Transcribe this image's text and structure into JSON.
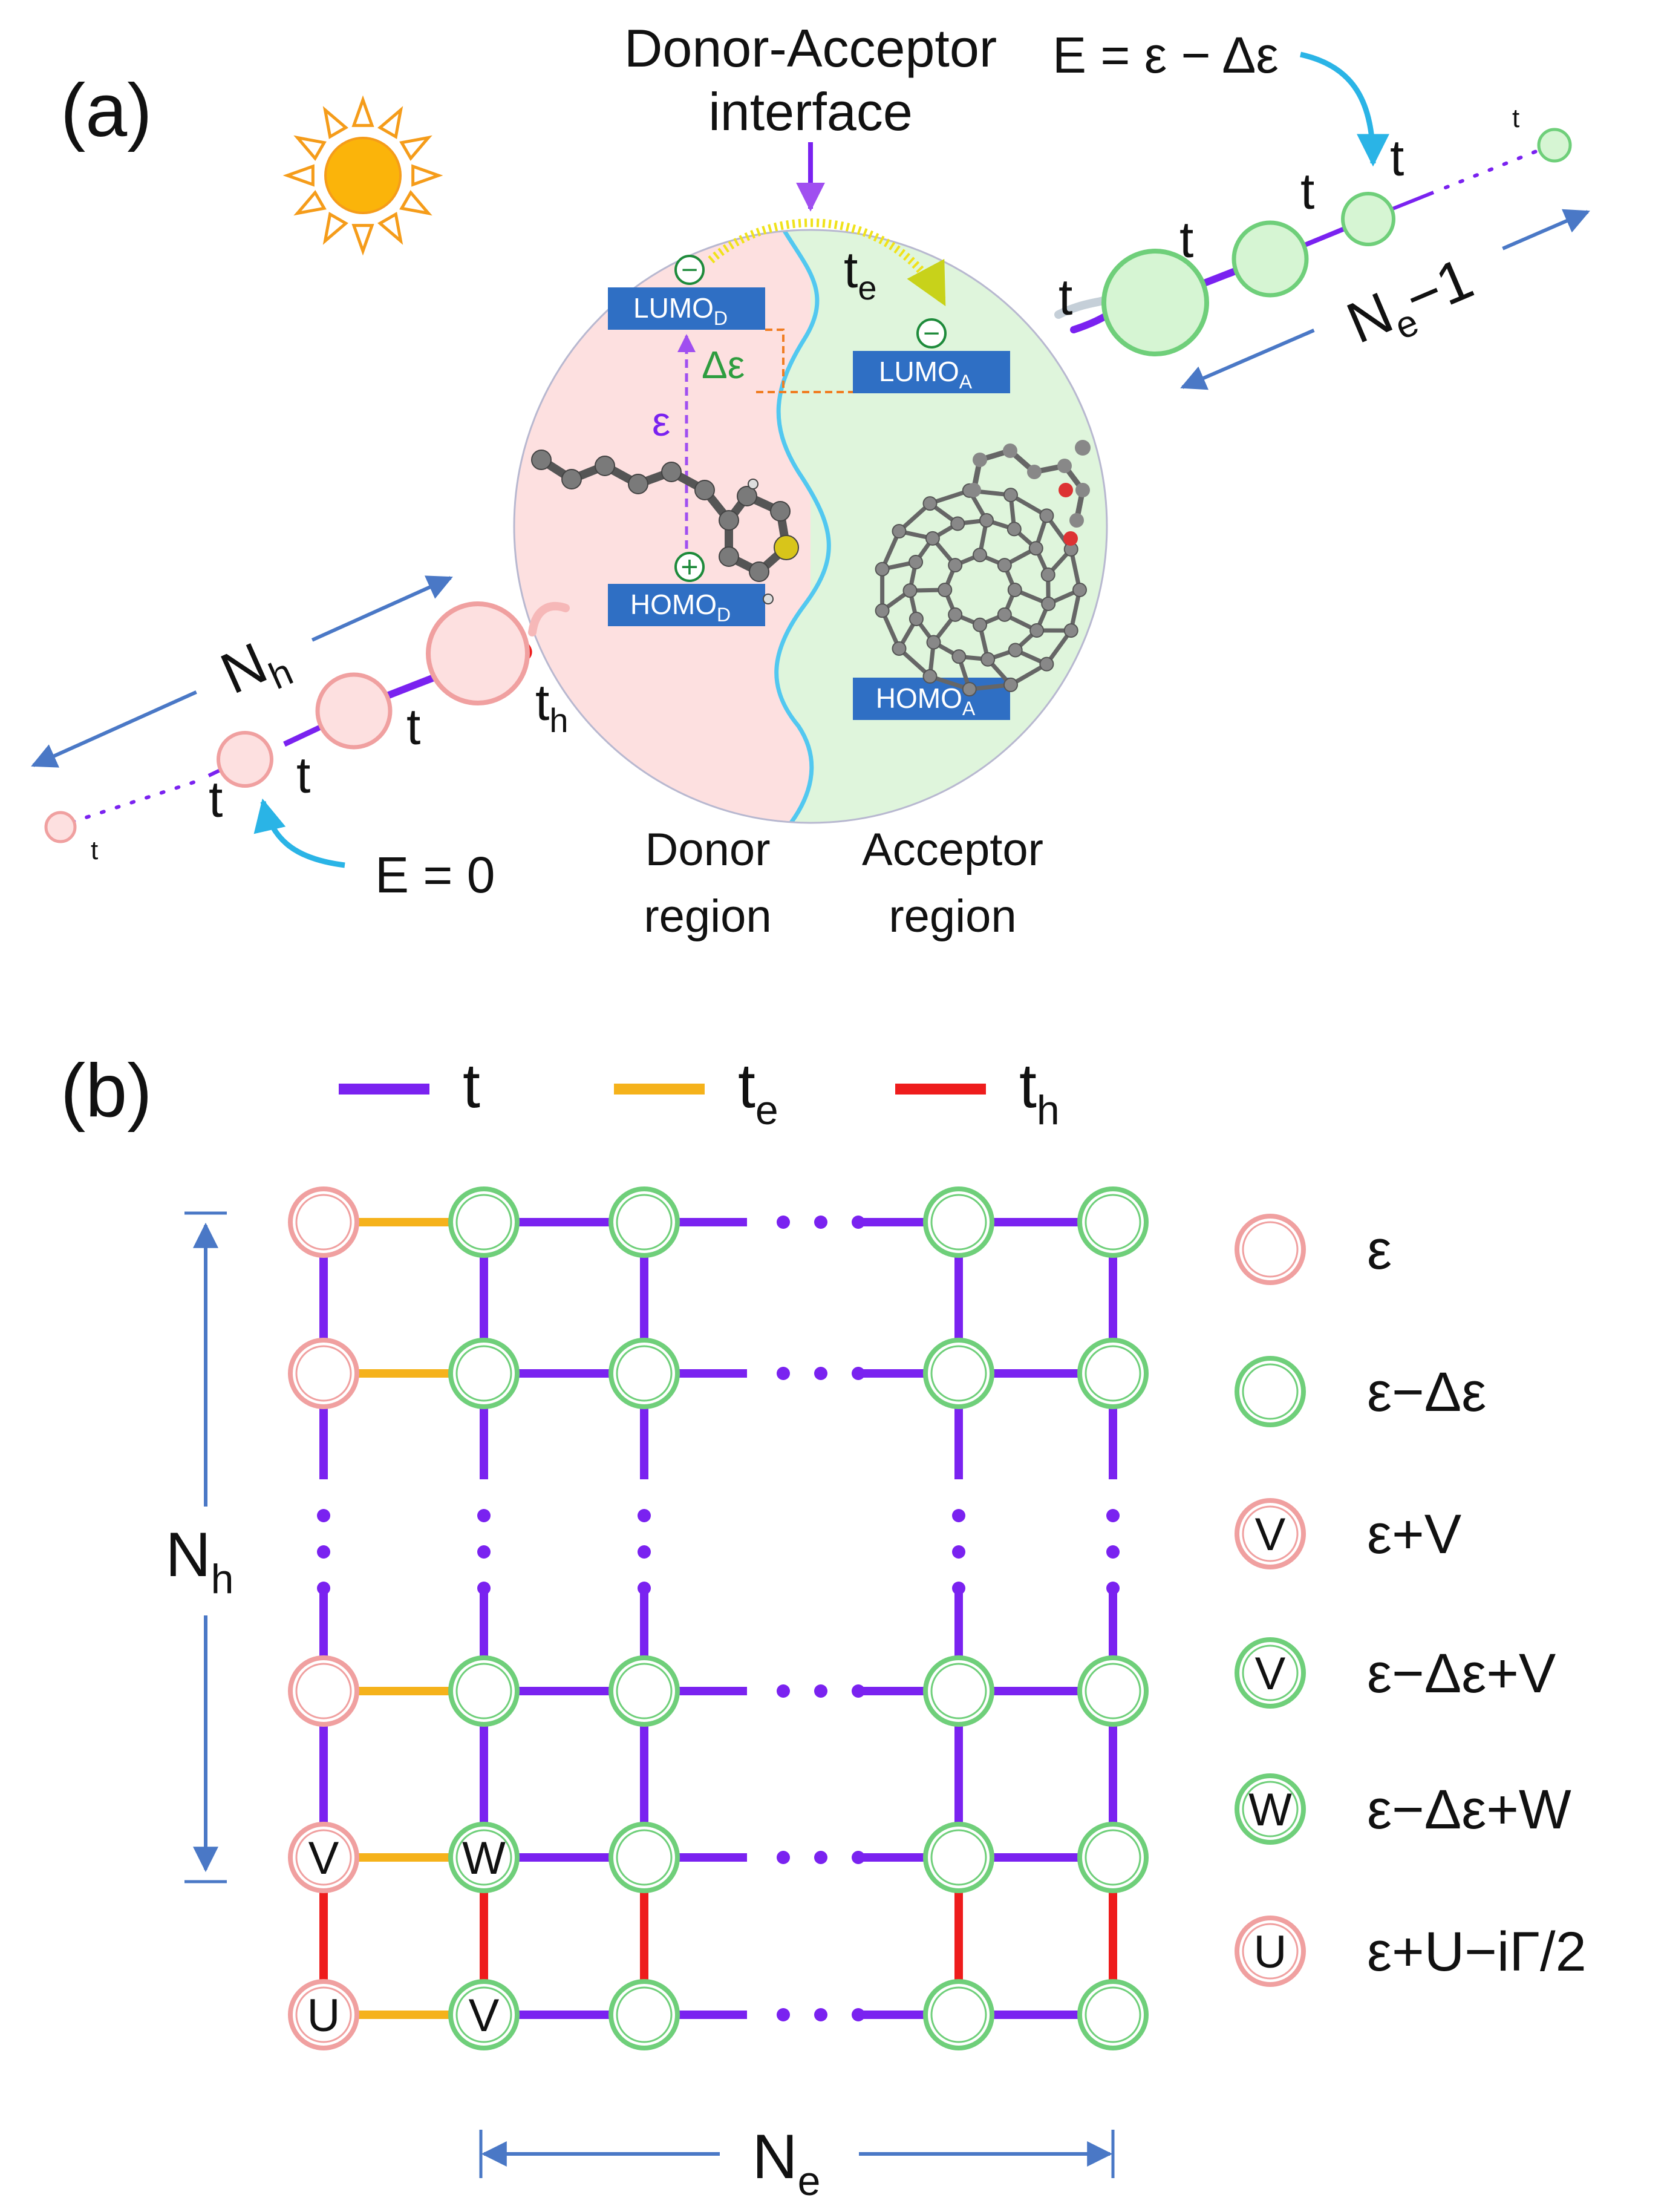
{
  "panel_a": {
    "label": "(a)",
    "interface_label": {
      "line1": "Donor-Acceptor",
      "line2": "interface"
    },
    "energy_top": "E = ε − Δε",
    "energy_bottom": "E = 0",
    "lumo_d": {
      "main": "LUMO",
      "sub": "D"
    },
    "lumo_a": {
      "main": "LUMO",
      "sub": "A"
    },
    "homo_d": {
      "main": "HOMO",
      "sub": "D"
    },
    "homo_a": {
      "main": "HOMO",
      "sub": "A"
    },
    "eps": "ε",
    "deps": "Δε",
    "te": {
      "main": "t",
      "sub": "e"
    },
    "th": {
      "main": "t",
      "sub": "h"
    },
    "t": "t",
    "ne_minus_1": {
      "main": "N",
      "sub": "e",
      "tail": "−1"
    },
    "nh": {
      "main": "N",
      "sub": "h"
    },
    "donor_region": {
      "line1": "Donor",
      "line2": "region"
    },
    "acceptor_region": {
      "line1": "Acceptor",
      "line2": "region"
    },
    "minus": "−",
    "plus": "+"
  },
  "panel_b": {
    "label": "(b)",
    "bond_legend": [
      {
        "main": "t",
        "sub": "",
        "color": "#7a22f0"
      },
      {
        "main": "t",
        "sub": "e",
        "color": "#f5b21b"
      },
      {
        "main": "t",
        "sub": "h",
        "color": "#ee1c1c"
      }
    ],
    "site_legend": [
      {
        "mark": "",
        "kind": "donor",
        "text": "ε"
      },
      {
        "mark": "",
        "kind": "acceptor",
        "text": "ε−Δε"
      },
      {
        "mark": "V",
        "kind": "donor",
        "text": "ε+V"
      },
      {
        "mark": "V",
        "kind": "acceptor",
        "text": "ε−Δε+V"
      },
      {
        "mark": "W",
        "kind": "acceptor",
        "text": "ε−Δε+W"
      },
      {
        "mark": "U",
        "kind": "donor",
        "text": "ε+U−iΓ/2"
      }
    ],
    "grid_marks": {
      "r5c0": "V",
      "r5c1": "W",
      "r6c0": "U",
      "r6c1": "V"
    },
    "nh": {
      "main": "N",
      "sub": "h"
    },
    "ne": {
      "main": "N",
      "sub": "e"
    }
  },
  "colors": {
    "purple": "#7a22f0",
    "orange": "#f5b21b",
    "red": "#ee1c1c",
    "blue_arrow": "#4a78c6",
    "cyan": "#2ab4e6",
    "donor_ring": "#f0a0a0",
    "acceptor_ring": "#6fcf7a",
    "box": "#2f6fc4",
    "sun": "#fbb40a",
    "sun_ray": "#f59c1a"
  }
}
